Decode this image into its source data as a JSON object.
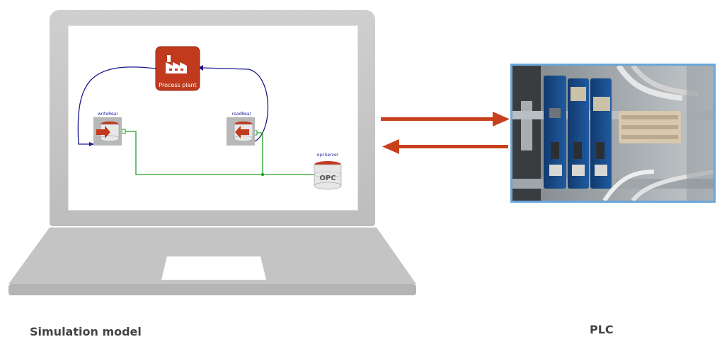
{
  "simulation_model": {
    "caption": "Simulation model",
    "blocks": {
      "process_plant": {
        "label": "Process plant",
        "icon": "factory-icon",
        "color": "#c23a1e"
      },
      "write_real": {
        "label": "writeReal",
        "icon": "database-write-icon"
      },
      "read_real": {
        "label": "readReal",
        "icon": "database-read-icon"
      },
      "opc_server": {
        "label": "opcServer",
        "icon_text": "OPC",
        "icon": "database-icon"
      }
    },
    "colors": {
      "signal_link": "#1a1a8c",
      "connector_link": "#22a022",
      "block_label": "#1a1aa0"
    }
  },
  "plc": {
    "caption": "PLC",
    "frame_color": "#6aa6d8",
    "image": "plc-hardware-photo"
  },
  "exchange_arrows": {
    "color": "#c8401c",
    "icons": [
      "arrow-right-icon",
      "arrow-left-icon"
    ]
  }
}
